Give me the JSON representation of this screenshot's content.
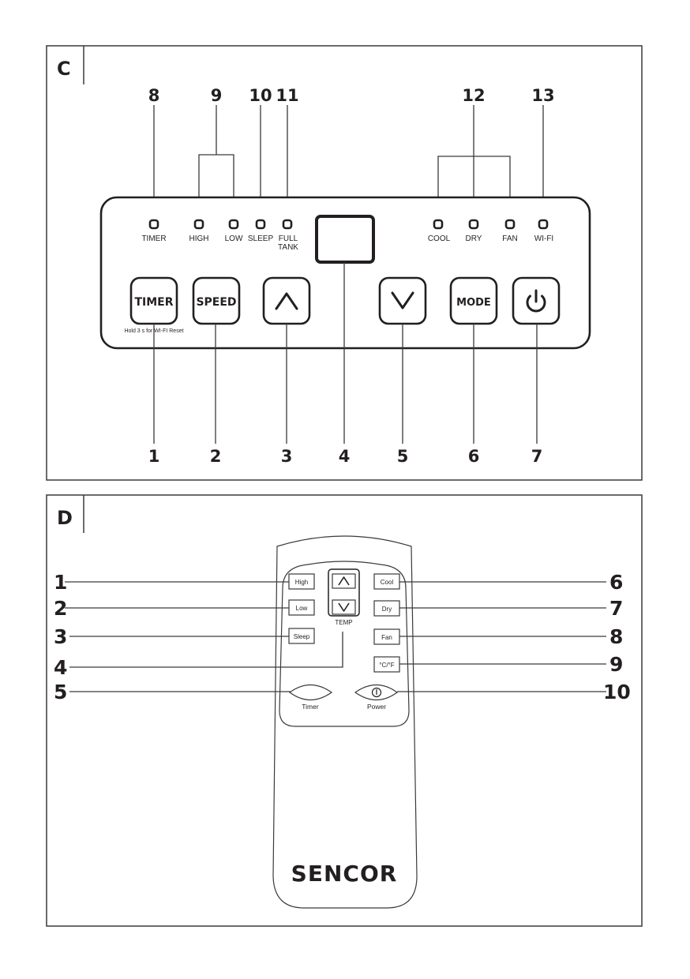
{
  "section_c": {
    "letter": "C",
    "top_callouts": [
      "8",
      "9",
      "10",
      "11",
      "12",
      "13"
    ],
    "bottom_callouts": [
      "1",
      "2",
      "3",
      "4",
      "5",
      "6",
      "7"
    ],
    "indicators": [
      {
        "label": "TIMER"
      },
      {
        "label": "HIGH"
      },
      {
        "label": "LOW"
      },
      {
        "label": "SLEEP"
      },
      {
        "label": "FULL",
        "label2": "TANK"
      },
      {
        "label": "COOL"
      },
      {
        "label": "DRY"
      },
      {
        "label": "FAN"
      },
      {
        "label": "WI-FI"
      }
    ],
    "buttons": {
      "timer": "TIMER",
      "timer_note": "Hold 3 s for WI-FI Reset",
      "speed": "SPEED",
      "up_icon": "chevron-up-icon",
      "down_icon": "chevron-down-icon",
      "mode": "MODE",
      "power_icon": "power-icon"
    }
  },
  "section_d": {
    "letter": "D",
    "left_callouts": [
      "1",
      "2",
      "3",
      "4",
      "5"
    ],
    "right_callouts": [
      "6",
      "7",
      "8",
      "9",
      "10"
    ],
    "remote_buttons": {
      "high": "High",
      "low": "Low",
      "sleep": "Sleep",
      "temp_label": "TEMP",
      "cool": "Cool",
      "dry": "Dry",
      "fan": "Fan",
      "unit": "°C/°F",
      "timer": "Timer",
      "power": "Power"
    },
    "brand": "SENCOR"
  }
}
